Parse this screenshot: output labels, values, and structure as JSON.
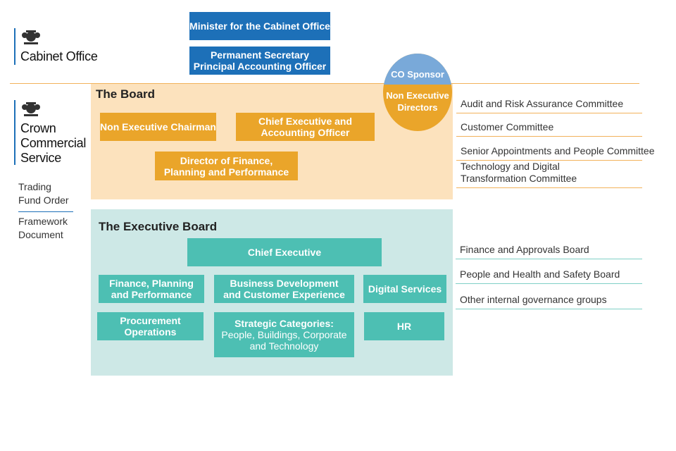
{
  "cabinet_office": {
    "name": "Cabinet Office",
    "minister": "Minister for the Cabinet Office",
    "perm_sec_line1": "Permanent Secretary",
    "perm_sec_line2": "Principal Accounting Officer"
  },
  "ccs": {
    "name_line1": "Crown",
    "name_line2": "Commercial",
    "name_line3": "Service"
  },
  "documents": {
    "trading_line1": "Trading",
    "trading_line2": "Fund Order",
    "framework_line1": "Framework",
    "framework_line2": "Document"
  },
  "sponsor": {
    "co_sponsor": "CO Sponsor",
    "ned_line1": "Non Executive",
    "ned_line2": "Directors"
  },
  "board": {
    "title": "The Board",
    "chairman": "Non Executive Chairman",
    "ceo_line1": "Chief Executive and",
    "ceo_line2": "Accounting Officer",
    "dir_line1": "Director of Finance,",
    "dir_line2": "Planning  and Performance"
  },
  "committees": [
    "Audit and Risk Assurance Committee",
    "Customer Committee",
    "Senior Appointments and People  Committee",
    "Technology and Digital",
    "Transformation Committee"
  ],
  "exec_board": {
    "title": "The Executive Board",
    "chief": "Chief Executive",
    "finance_line1": "Finance, Planning",
    "finance_line2": "and Performance",
    "bizdev_line1": "Business Development",
    "bizdev_line2": "and Customer Experience",
    "digital": "Digital Services",
    "procurement_line1": "Procurement",
    "procurement_line2": "Operations",
    "strategic_line1": "Strategic Categories:",
    "strategic_line2": "People, Buildings, Corporate",
    "strategic_line3": "and Technology",
    "hr": "HR"
  },
  "exec_groups": [
    "Finance and Approvals Board",
    "People and Health and Safety Board",
    "Other internal governance groups"
  ],
  "colors": {
    "blue": "#1d70b8",
    "orange": "#eaa52a",
    "board_bg": "#fce2bd",
    "teal": "#4dbfb3",
    "exec_bg": "#cde8e6",
    "sponsor_blue": "#79a9d9"
  }
}
